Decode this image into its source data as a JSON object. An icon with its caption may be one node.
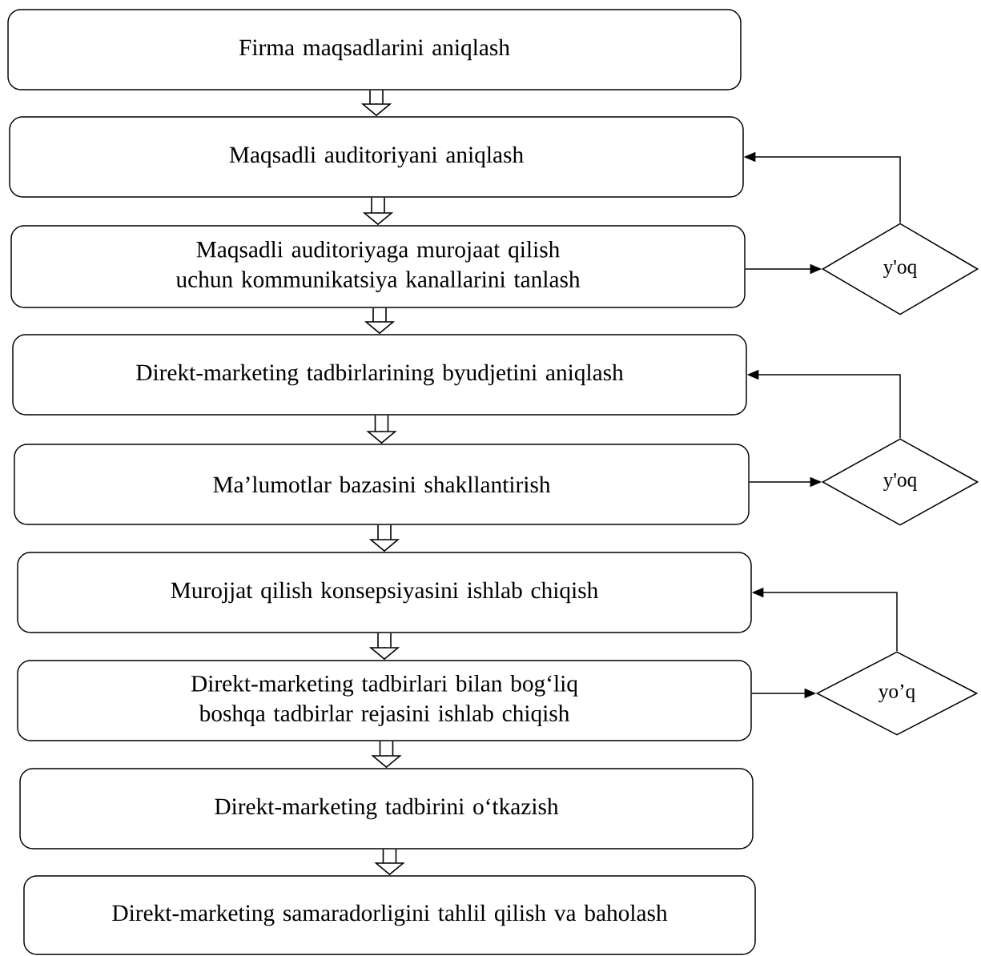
{
  "diagram": {
    "nodes": [
      {
        "text": [
          "Firma maqsadlarini aniqlash"
        ]
      },
      {
        "text": [
          "Maqsadli auditoriyani aniqlash"
        ]
      },
      {
        "text": [
          "Maqsadli auditoriyaga murojaat qilish uchun kommunikatsiya kanallarini tanlash"
        ]
      },
      {
        "text": [
          "Direkt-marketing tadbirlarining byudjetini aniqlash"
        ]
      },
      {
        "text": [
          "Ma’lumotlar bazasini shakllantirish"
        ]
      },
      {
        "text": [
          "Murojjat qilish konsepsiyasini ishlab chiqish"
        ]
      },
      {
        "text": [
          "Direkt-marketing tadbirlari bilan bog‘liq boshqa tadbirlar rejasini ishlab chiqish"
        ]
      },
      {
        "text": [
          "Direkt-marketing tadbirini o‘tkazish"
        ]
      },
      {
        "text": [
          "Direkt-marketing samaradorligini tahlil qilish va baholash"
        ]
      },
      {
        "text": [
          "y'oq"
        ]
      },
      {
        "text": [
          "y'oq"
        ]
      },
      {
        "text": [
          "yo’q"
        ]
      }
    ],
    "edges": [
      {
        "from": 0,
        "to": 1,
        "arrow": "to"
      },
      {
        "from": 1,
        "to": 2,
        "arrow": "to"
      },
      {
        "from": 2,
        "to": 3,
        "arrow": "to"
      },
      {
        "from": 3,
        "to": 4,
        "arrow": "to"
      },
      {
        "from": 4,
        "to": 5,
        "arrow": "to"
      },
      {
        "from": 5,
        "to": 6,
        "arrow": "to"
      },
      {
        "from": 6,
        "to": 7,
        "arrow": "to"
      },
      {
        "from": 7,
        "to": 8,
        "arrow": "to"
      },
      {
        "from": 2,
        "to": 9,
        "arrow": "to"
      },
      {
        "from": 9,
        "to": 1,
        "arrow": "to"
      },
      {
        "from": 4,
        "to": 10,
        "arrow": "to"
      },
      {
        "from": 10,
        "to": 3,
        "arrow": "to"
      },
      {
        "from": 6,
        "to": 11,
        "arrow": "to"
      },
      {
        "from": 11,
        "to": 5,
        "arrow": "to"
      }
    ]
  }
}
